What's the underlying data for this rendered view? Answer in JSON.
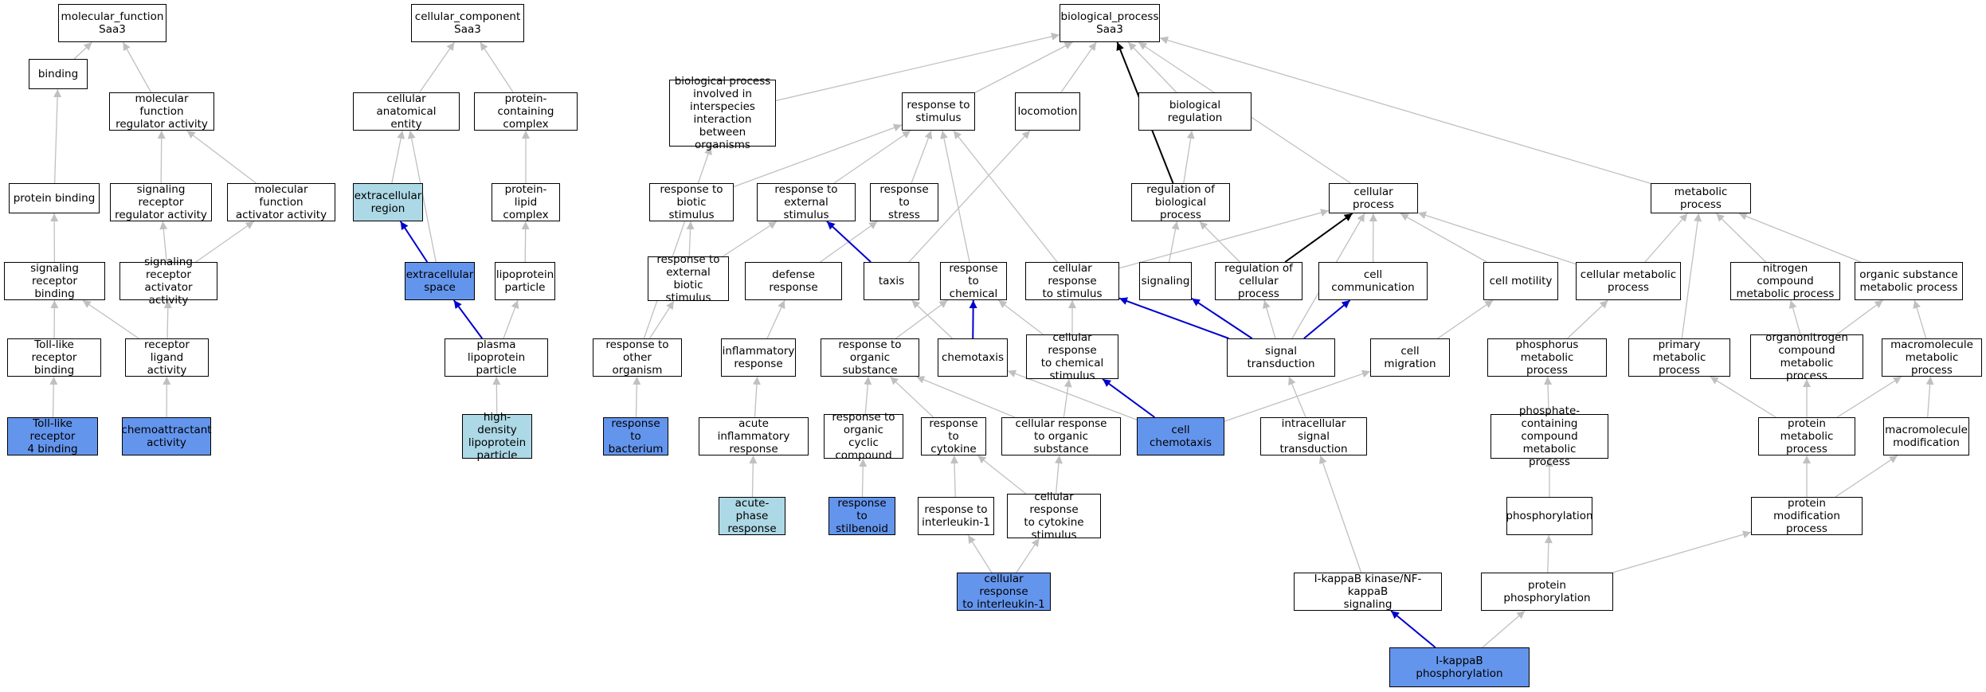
{
  "colors": {
    "blue": "#6495ed",
    "light": "#add8e6",
    "edge_gray": "#c0c0c0",
    "edge_blue": "#0000cd",
    "edge_black": "#000000"
  },
  "nodes": {
    "mf_root": {
      "label": "molecular_function\nSaa3"
    },
    "cc_root": {
      "label": "cellular_component\nSaa3"
    },
    "bp_root": {
      "label": "biological_process\nSaa3"
    },
    "binding": {
      "label": "binding"
    },
    "mf_reg": {
      "label": "molecular function\nregulator activity"
    },
    "prot_bind": {
      "label": "protein binding"
    },
    "sig_rec_reg": {
      "label": "signaling receptor\nregulator activity"
    },
    "mf_act": {
      "label": "molecular function\nactivator activity"
    },
    "sig_rec_bind": {
      "label": "signaling receptor\nbinding"
    },
    "sig_rec_act": {
      "label": "signaling receptor\nactivator activity"
    },
    "tlr_bind": {
      "label": "Toll-like receptor\nbinding"
    },
    "rec_lig": {
      "label": "receptor ligand\nactivity"
    },
    "tlr4": {
      "label": "Toll-like receptor\n4 binding"
    },
    "chemoattr": {
      "label": "chemoattractant\nactivity"
    },
    "cell_anat": {
      "label": "cellular anatomical\nentity"
    },
    "prot_cont": {
      "label": "protein-containing\ncomplex"
    },
    "extra_reg": {
      "label": "extracellular\nregion"
    },
    "prot_lipid": {
      "label": "protein-lipid\ncomplex"
    },
    "extra_space": {
      "label": "extracellular\nspace"
    },
    "lipoprot": {
      "label": "lipoprotein\nparticle"
    },
    "plasma_lp": {
      "label": "plasma lipoprotein\nparticle"
    },
    "hdl": {
      "label": "high-density\nlipoprotein\nparticle"
    },
    "bp_interspec": {
      "label": "biological process\ninvolved in\ninterspecies\ninteraction\nbetween organisms"
    },
    "resp_stim": {
      "label": "response to\nstimulus"
    },
    "locomotion": {
      "label": "locomotion"
    },
    "bio_reg": {
      "label": "biological regulation"
    },
    "resp_biotic": {
      "label": "response to\nbiotic stimulus"
    },
    "resp_ext": {
      "label": "response to\nexternal stimulus"
    },
    "resp_stress": {
      "label": "response to\nstress"
    },
    "reg_bp": {
      "label": "regulation of\nbiological process"
    },
    "cell_proc": {
      "label": "cellular process"
    },
    "met_proc": {
      "label": "metabolic process"
    },
    "resp_ext_biotic": {
      "label": "response to\nexternal biotic\nstimulus"
    },
    "defense": {
      "label": "defense response"
    },
    "taxis": {
      "label": "taxis"
    },
    "resp_chem": {
      "label": "response to\nchemical"
    },
    "cell_resp_stim": {
      "label": "cellular response\nto stimulus"
    },
    "signaling": {
      "label": "signaling"
    },
    "reg_cp": {
      "label": "regulation of\ncellular process"
    },
    "cell_comm": {
      "label": "cell communication"
    },
    "cell_mot": {
      "label": "cell motility"
    },
    "cell_met": {
      "label": "cellular metabolic\nprocess"
    },
    "nitro_met": {
      "label": "nitrogen compound\nmetabolic process"
    },
    "org_sub_met": {
      "label": "organic substance\nmetabolic process"
    },
    "resp_other": {
      "label": "response to\nother organism"
    },
    "inflam": {
      "label": "inflammatory\nresponse"
    },
    "resp_org_sub": {
      "label": "response to\norganic substance"
    },
    "chemotaxis": {
      "label": "chemotaxis"
    },
    "cell_resp_chem": {
      "label": "cellular response\nto chemical\nstimulus"
    },
    "sig_trans": {
      "label": "signal transduction"
    },
    "cell_mig": {
      "label": "cell migration"
    },
    "phos_met": {
      "label": "phosphorus metabolic\nprocess"
    },
    "prim_met": {
      "label": "primary metabolic\nprocess"
    },
    "organonitro": {
      "label": "organonitrogen\ncompound metabolic\nprocess"
    },
    "macro_met": {
      "label": "macromolecule\nmetabolic process"
    },
    "resp_bact": {
      "label": "response to\nbacterium"
    },
    "acute_inflam": {
      "label": "acute inflammatory\nresponse"
    },
    "resp_org_cyc": {
      "label": "response to\norganic cyclic\ncompound"
    },
    "resp_cyto": {
      "label": "response to\ncytokine"
    },
    "cell_resp_org": {
      "label": "cellular response\nto organic substance"
    },
    "cell_chemo": {
      "label": "cell chemotaxis"
    },
    "intra_sig": {
      "label": "intracellular\nsignal transduction"
    },
    "phosphate_met": {
      "label": "phosphate-containing\ncompound metabolic\nprocess"
    },
    "prot_met": {
      "label": "protein metabolic\nprocess"
    },
    "macro_mod": {
      "label": "macromolecule\nmodification"
    },
    "acute_phase": {
      "label": "acute-phase\nresponse"
    },
    "resp_stilb": {
      "label": "response to\nstilbenoid"
    },
    "resp_il1": {
      "label": "response to\ninterleukin-1"
    },
    "cell_resp_cyto": {
      "label": "cellular response\nto cytokine\nstimulus"
    },
    "phosphorylation": {
      "label": "phosphorylation"
    },
    "prot_mod": {
      "label": "protein modification\nprocess"
    },
    "cell_resp_il1": {
      "label": "cellular response\nto interleukin-1"
    },
    "ikb_nfkb": {
      "label": "I-kappaB kinase/NF-kappaB\nsignaling"
    },
    "prot_phos": {
      "label": "protein phosphorylation"
    },
    "ikb_phos": {
      "label": "I-kappaB phosphorylation"
    }
  },
  "edges": [
    [
      "binding",
      "mf_root",
      "gray"
    ],
    [
      "mf_reg",
      "mf_root",
      "gray"
    ],
    [
      "prot_bind",
      "binding",
      "gray"
    ],
    [
      "sig_rec_reg",
      "mf_reg",
      "gray"
    ],
    [
      "mf_act",
      "mf_reg",
      "gray"
    ],
    [
      "sig_rec_bind",
      "prot_bind",
      "gray"
    ],
    [
      "sig_rec_act",
      "sig_rec_reg",
      "gray"
    ],
    [
      "sig_rec_act",
      "mf_act",
      "gray"
    ],
    [
      "tlr_bind",
      "sig_rec_bind",
      "gray"
    ],
    [
      "rec_lig",
      "sig_rec_bind",
      "gray"
    ],
    [
      "rec_lig",
      "sig_rec_act",
      "gray"
    ],
    [
      "tlr4",
      "tlr_bind",
      "gray"
    ],
    [
      "chemoattr",
      "rec_lig",
      "gray"
    ],
    [
      "cell_anat",
      "cc_root",
      "gray"
    ],
    [
      "prot_cont",
      "cc_root",
      "gray"
    ],
    [
      "extra_reg",
      "cell_anat",
      "gray"
    ],
    [
      "prot_lipid",
      "prot_cont",
      "gray"
    ],
    [
      "extra_space",
      "extra_reg",
      "blue"
    ],
    [
      "extra_space",
      "cell_anat",
      "gray"
    ],
    [
      "lipoprot",
      "prot_lipid",
      "gray"
    ],
    [
      "plasma_lp",
      "extra_space",
      "blue"
    ],
    [
      "plasma_lp",
      "lipoprot",
      "gray"
    ],
    [
      "hdl",
      "plasma_lp",
      "gray"
    ],
    [
      "bp_interspec",
      "bp_root",
      "gray"
    ],
    [
      "resp_stim",
      "bp_root",
      "gray"
    ],
    [
      "locomotion",
      "bp_root",
      "gray"
    ],
    [
      "bio_reg",
      "bp_root",
      "gray"
    ],
    [
      "cell_proc",
      "bp_root",
      "gray"
    ],
    [
      "met_proc",
      "bp_root",
      "gray"
    ],
    [
      "reg_bp",
      "bp_root",
      "black"
    ],
    [
      "resp_biotic",
      "resp_stim",
      "gray"
    ],
    [
      "resp_ext",
      "resp_stim",
      "gray"
    ],
    [
      "resp_stress",
      "resp_stim",
      "gray"
    ],
    [
      "reg_bp",
      "bio_reg",
      "gray"
    ],
    [
      "resp_ext_biotic",
      "resp_biotic",
      "gray"
    ],
    [
      "resp_ext_biotic",
      "resp_ext",
      "gray"
    ],
    [
      "defense",
      "resp_stress",
      "gray"
    ],
    [
      "taxis",
      "resp_ext",
      "blue"
    ],
    [
      "taxis",
      "locomotion",
      "gray"
    ],
    [
      "resp_chem",
      "resp_stim",
      "gray"
    ],
    [
      "cell_resp_stim",
      "resp_stim",
      "gray"
    ],
    [
      "cell_resp_stim",
      "cell_proc",
      "gray"
    ],
    [
      "signaling",
      "reg_bp",
      "gray"
    ],
    [
      "reg_cp",
      "reg_bp",
      "gray"
    ],
    [
      "reg_cp",
      "cell_proc",
      "black"
    ],
    [
      "cell_comm",
      "cell_proc",
      "gray"
    ],
    [
      "cell_mot",
      "cell_proc",
      "gray"
    ],
    [
      "cell_met",
      "cell_proc",
      "gray"
    ],
    [
      "cell_met",
      "met_proc",
      "gray"
    ],
    [
      "nitro_met",
      "met_proc",
      "gray"
    ],
    [
      "org_sub_met",
      "met_proc",
      "gray"
    ],
    [
      "resp_other",
      "resp_ext_biotic",
      "gray"
    ],
    [
      "resp_other",
      "bp_interspec",
      "gray"
    ],
    [
      "inflam",
      "defense",
      "gray"
    ],
    [
      "resp_org_sub",
      "resp_chem",
      "gray"
    ],
    [
      "chemotaxis",
      "taxis",
      "gray"
    ],
    [
      "chemotaxis",
      "resp_chem",
      "blue"
    ],
    [
      "cell_resp_chem",
      "resp_chem",
      "gray"
    ],
    [
      "cell_resp_chem",
      "cell_resp_stim",
      "gray"
    ],
    [
      "sig_trans",
      "cell_resp_stim",
      "blue"
    ],
    [
      "sig_trans",
      "signaling",
      "blue"
    ],
    [
      "sig_trans",
      "reg_cp",
      "gray"
    ],
    [
      "sig_trans",
      "cell_comm",
      "blue"
    ],
    [
      "sig_trans",
      "cell_proc",
      "gray"
    ],
    [
      "cell_mig",
      "cell_mot",
      "gray"
    ],
    [
      "phos_met",
      "cell_met",
      "gray"
    ],
    [
      "prim_met",
      "met_proc",
      "gray"
    ],
    [
      "organonitro",
      "nitro_met",
      "gray"
    ],
    [
      "organonitro",
      "org_sub_met",
      "gray"
    ],
    [
      "macro_met",
      "org_sub_met",
      "gray"
    ],
    [
      "resp_bact",
      "resp_other",
      "gray"
    ],
    [
      "acute_inflam",
      "inflam",
      "gray"
    ],
    [
      "resp_org_cyc",
      "resp_org_sub",
      "gray"
    ],
    [
      "resp_cyto",
      "resp_org_sub",
      "gray"
    ],
    [
      "cell_resp_org",
      "resp_org_sub",
      "gray"
    ],
    [
      "cell_resp_org",
      "cell_resp_chem",
      "gray"
    ],
    [
      "cell_chemo",
      "chemotaxis",
      "gray"
    ],
    [
      "cell_chemo",
      "cell_resp_chem",
      "blue"
    ],
    [
      "cell_chemo",
      "cell_mig",
      "gray"
    ],
    [
      "intra_sig",
      "sig_trans",
      "gray"
    ],
    [
      "phosphate_met",
      "phos_met",
      "gray"
    ],
    [
      "prot_met",
      "prim_met",
      "gray"
    ],
    [
      "prot_met",
      "organonitro",
      "gray"
    ],
    [
      "prot_met",
      "macro_met",
      "gray"
    ],
    [
      "macro_mod",
      "macro_met",
      "gray"
    ],
    [
      "acute_phase",
      "acute_inflam",
      "gray"
    ],
    [
      "resp_stilb",
      "resp_org_cyc",
      "gray"
    ],
    [
      "resp_il1",
      "resp_cyto",
      "gray"
    ],
    [
      "cell_resp_cyto",
      "resp_cyto",
      "gray"
    ],
    [
      "cell_resp_cyto",
      "cell_resp_org",
      "gray"
    ],
    [
      "phosphorylation",
      "phosphate_met",
      "gray"
    ],
    [
      "prot_mod",
      "prot_met",
      "gray"
    ],
    [
      "prot_mod",
      "macro_mod",
      "gray"
    ],
    [
      "cell_resp_il1",
      "resp_il1",
      "gray"
    ],
    [
      "cell_resp_il1",
      "cell_resp_cyto",
      "gray"
    ],
    [
      "ikb_nfkb",
      "intra_sig",
      "gray"
    ],
    [
      "prot_phos",
      "phosphorylation",
      "gray"
    ],
    [
      "prot_phos",
      "prot_mod",
      "gray"
    ],
    [
      "ikb_phos",
      "ikb_nfkb",
      "blue"
    ],
    [
      "ikb_phos",
      "prot_phos",
      "gray"
    ]
  ]
}
